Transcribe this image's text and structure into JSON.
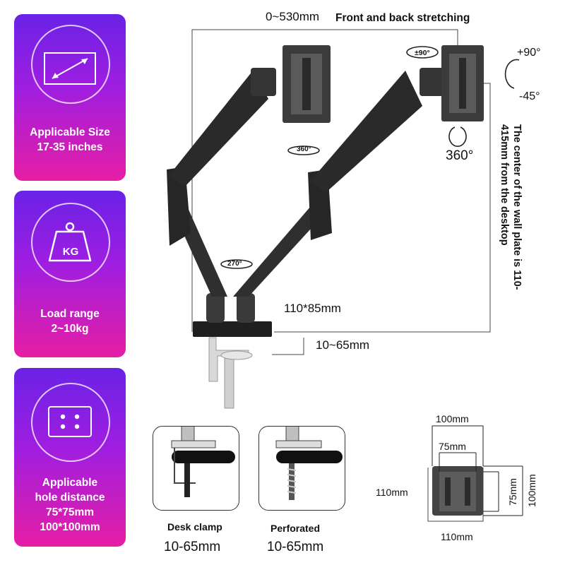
{
  "cards": [
    {
      "icon": "diagonal-arrow-screen-icon",
      "lines": [
        "Applicable Size",
        "17-35 inches"
      ]
    },
    {
      "icon": "kg-weight-icon",
      "icon_text": "KG",
      "lines": [
        "Load range",
        "2~10kg"
      ]
    },
    {
      "icon": "vesa-holes-icon",
      "lines": [
        "Applicable",
        "hole distance",
        "75*75mm",
        "100*100mm"
      ]
    }
  ],
  "top_dimension": {
    "value": "0~530mm",
    "label": "Front and back stretching"
  },
  "rotations": {
    "arm_swivel": "360°",
    "base_swivel": "270°",
    "head_swivel": "±90°",
    "tilt_up": "+90°",
    "tilt_down": "-45°",
    "rotation": "360°"
  },
  "wall_plate_text": "The center of the wall plate is 110-415mm from the desktop",
  "base_size": "110*85mm",
  "clamp_range": "10~65mm",
  "mount_options": [
    {
      "name": "Desk clamp",
      "range": "10-65mm"
    },
    {
      "name": "Perforated",
      "range": "10-65mm"
    }
  ],
  "vesa": {
    "outer_width": "100mm",
    "inner_width": "75mm",
    "height": "100mm",
    "inner_height": "75mm",
    "side_left": "110mm",
    "bottom": "110mm"
  },
  "colors": {
    "card_top": "#6a22e6",
    "card_bottom": "#e61ea4",
    "arm": "#2b2b2b"
  }
}
